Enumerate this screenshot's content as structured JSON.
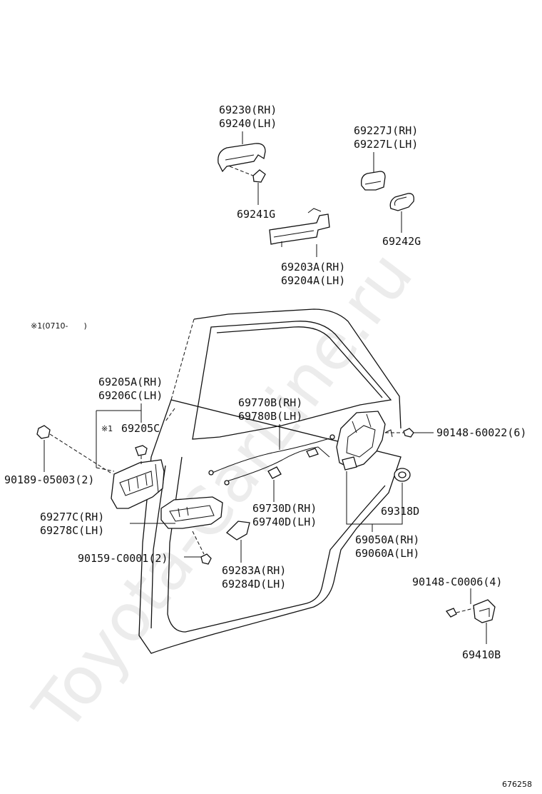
{
  "watermark": "Toyota-CarLine.ru",
  "note": "※1(0710-　　)",
  "diagram_id": "676258",
  "labels": {
    "p69230": "69230(RH)",
    "p69240": "69240(LH)",
    "p69241G": "69241G",
    "p69227J": "69227J(RH)",
    "p69227L": "69227L(LH)",
    "p69242G": "69242G",
    "p69203A": "69203A(RH)",
    "p69204A": "69204A(LH)",
    "p69205A": "69205A(RH)",
    "p69206C": "69206C(LH)",
    "p69205C_mark": "※1",
    "p69205C": "69205C",
    "p90189": "90189-05003(2)",
    "p69770B": "69770B(RH)",
    "p69780B": "69780B(LH)",
    "p90148_60022": "90148-60022(6)",
    "p69277C": "69277C(RH)",
    "p69278C": "69278C(LH)",
    "p69730D": "69730D(RH)",
    "p69740D": "69740D(LH)",
    "p69318D": "69318D",
    "p90159": "90159-C0001(2)",
    "p69050A": "69050A(RH)",
    "p69060A": "69060A(LH)",
    "p69283A": "69283A(RH)",
    "p69284D": "69284D(LH)",
    "p90148_C0006": "90148-C0006(4)",
    "p69410B": "69410B"
  }
}
